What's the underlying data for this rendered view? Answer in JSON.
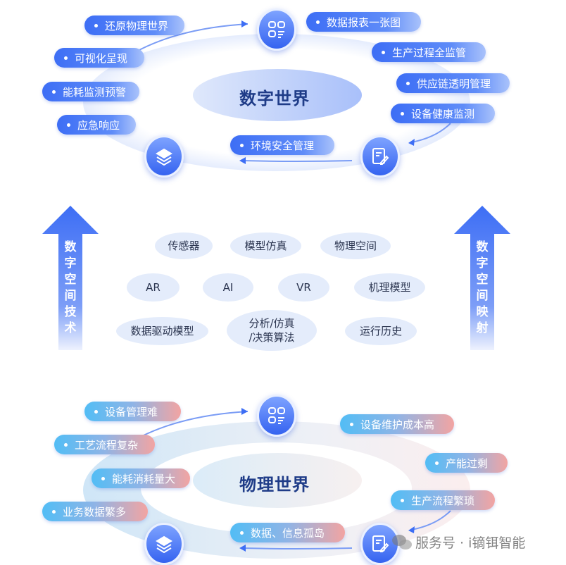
{
  "digital": {
    "title": "数字世界",
    "items": [
      "还原物理世界",
      "数据报表一张图",
      "可视化呈现",
      "生产过程全监管",
      "能耗监测预警",
      "供应链透明管理",
      "应急响应",
      "设备健康监测",
      "环境安全管理"
    ]
  },
  "physical": {
    "title": "物理世界",
    "items": [
      "设备管理难",
      "设备维护成本高",
      "工艺流程复杂",
      "产能过剩",
      "能耗消耗量大",
      "生产流程繁琐",
      "业务数据繁多",
      "数据、信息孤岛"
    ]
  },
  "middle": {
    "left_arrow": "数字空间技术",
    "right_arrow": "数字空间映射",
    "bubbles": [
      "传感器",
      "模型仿真",
      "物理空间",
      "AR",
      "AI",
      "VR",
      "机理模型",
      "数据驱动模型",
      "分析/仿真\n/决策算法",
      "运行历史"
    ]
  },
  "watermark": "服务号 · i镝铒智能",
  "colors": {
    "primary": "#3d6ef5",
    "title": "#1f3c88",
    "pain_start": "#52bdf5",
    "pain_end": "#f2a4a2"
  }
}
